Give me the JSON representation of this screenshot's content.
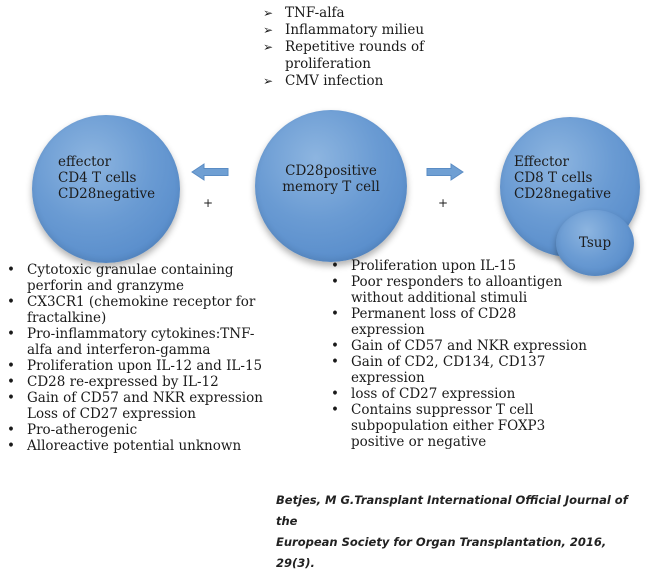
{
  "factors": [
    "TNF-alfa",
    "Inflammatory milieu",
    "Repetitive rounds of\nproliferation",
    "CMV infection"
  ],
  "circles": {
    "left": "effector\nCD4 T cells\nCD28negative",
    "center": "CD28positive\nmemory T cell",
    "right": "Effector\nCD8 T cells\nCD28negative",
    "small": "Tsup"
  },
  "arrows": {
    "left_plus": "+",
    "right_plus": "+",
    "color": "#6f9fd3"
  },
  "left_list": [
    "Cytotoxic granulae containing\nperforin and granzyme",
    "CX3CR1 (chemokine receptor for\nfractalkine)",
    "Pro-inflammatory cytokines:TNF-\nalfa and interferon-gamma",
    "Proliferation upon IL-12 and IL-15",
    "CD28 re-expressed by IL-12",
    "Gain of CD57 and NKR expression\nLoss of CD27 expression",
    "Pro-atherogenic",
    "Alloreactive potential unknown"
  ],
  "right_list": [
    "Proliferation upon IL-15",
    "Poor responders to alloantigen\nwithout additional stimuli",
    "Permanent loss of CD28\nexpression",
    "Gain of CD57 and NKR expression",
    "Gain of CD2, CD134, CD137\nexpression",
    "loss of CD27 expression",
    "Contains suppressor T cell\nsubpopulation either FOXP3\npositive or negative"
  ],
  "citation": "Betjes, M G.Transplant International Official Journal of the\nEuropean Society for Organ Transplantation, 2016, 29(3).",
  "colors": {
    "circle_fill": "#6a9bd3",
    "text": "#1a1a1a"
  }
}
